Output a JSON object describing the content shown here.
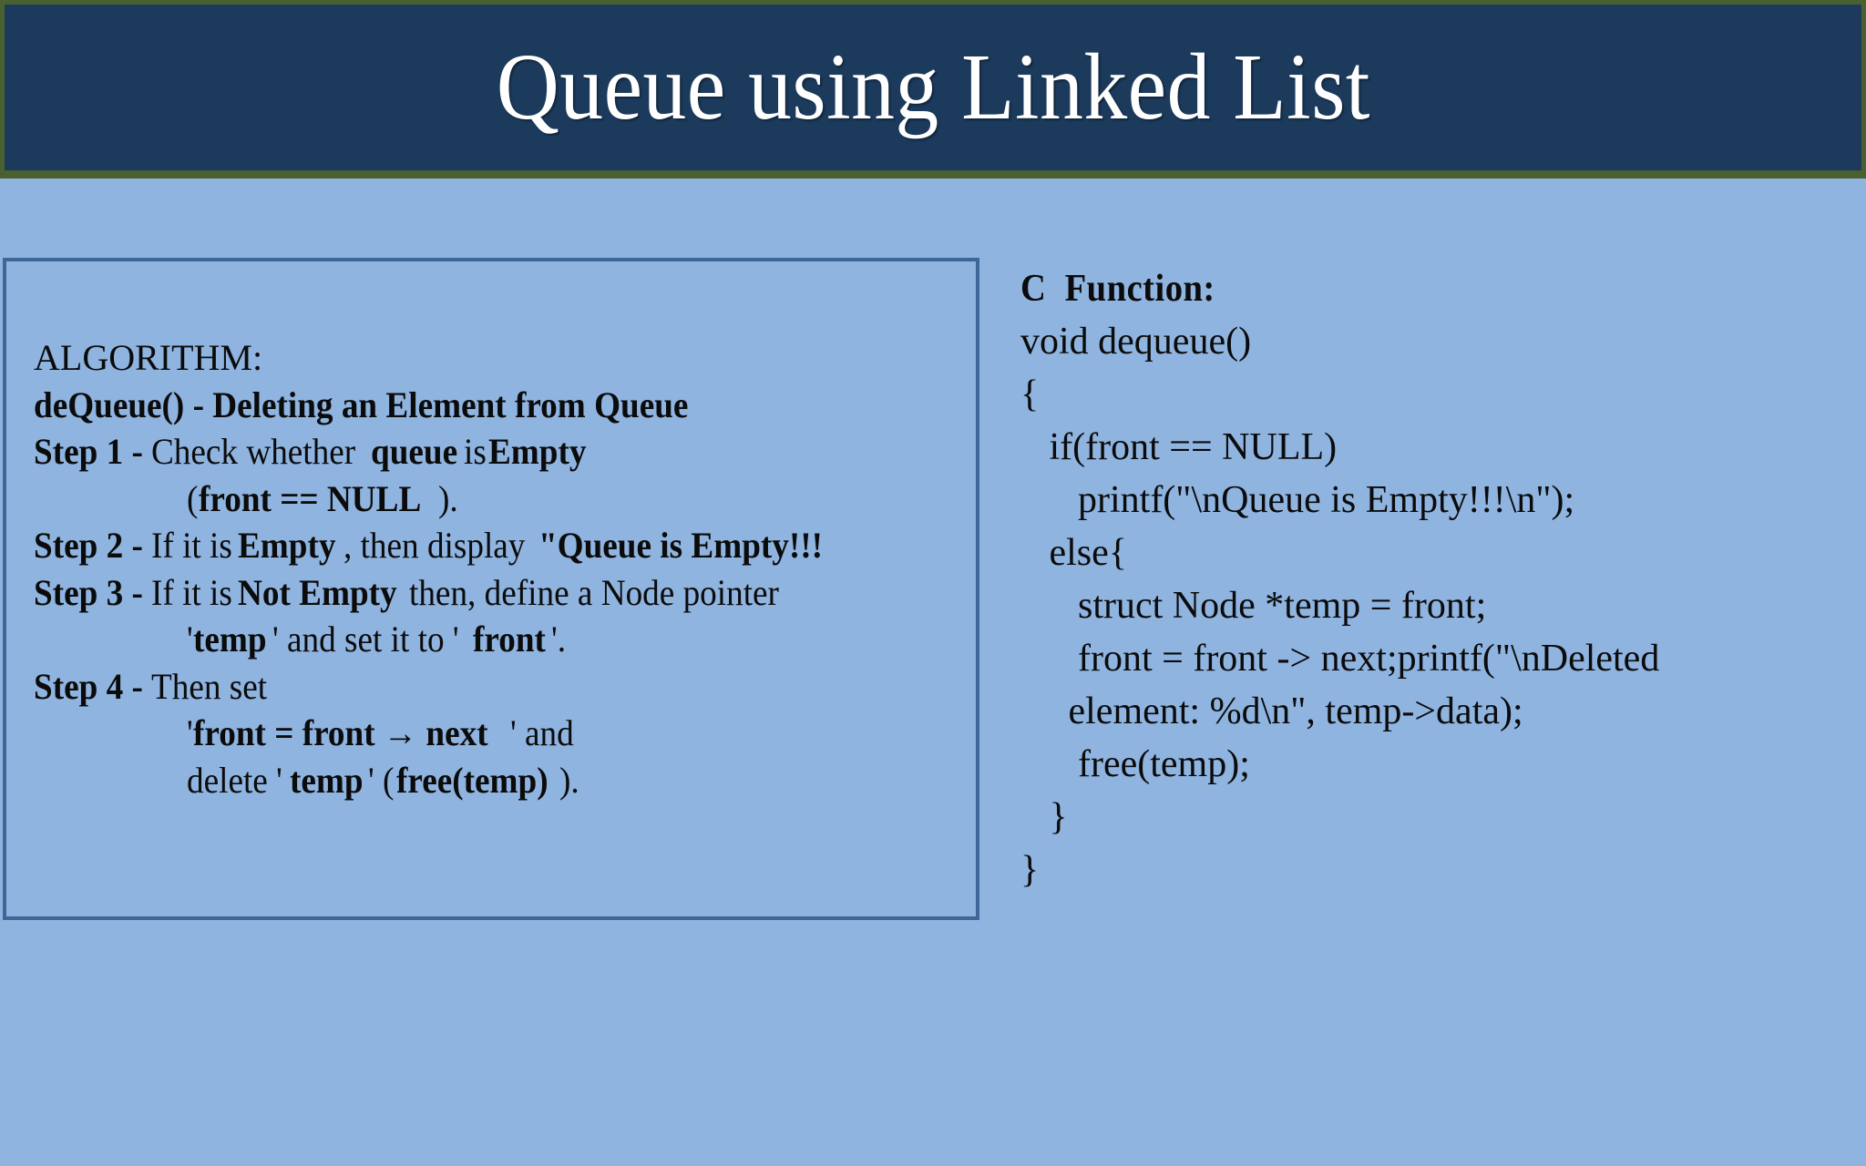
{
  "slide": {
    "background_color": "#8fb4e0",
    "banner_color": "#1b3a5c",
    "banner_border_color": "#4a6030",
    "box_border_color": "#3d6699",
    "text_color": "#0b0b0b",
    "title": "Queue using Linked List"
  },
  "algorithm": {
    "heading": "ALGORITHM:",
    "subheading": "deQueue() - Deleting an Element from Queue",
    "lines": [
      {
        "id": "step1",
        "indent": false,
        "parts": [
          {
            "text": "Step 1 - ",
            "bold": true
          },
          {
            "text": "Check whether ",
            "bold": false
          },
          {
            "text": "queue",
            "bold": true
          },
          {
            "text": " is ",
            "bold": false
          },
          {
            "text": "Empty",
            "bold": true
          }
        ]
      },
      {
        "id": "step1-cont",
        "indent": true,
        "parts": [
          {
            "text": "(",
            "bold": false
          },
          {
            "text": "front == NULL",
            "bold": true
          },
          {
            "text": ").",
            "bold": false
          }
        ]
      },
      {
        "id": "step2",
        "indent": false,
        "parts": [
          {
            "text": "Step 2 - ",
            "bold": true
          },
          {
            "text": "If it is ",
            "bold": false
          },
          {
            "text": "Empty",
            "bold": true
          },
          {
            "text": ", then display ",
            "bold": false
          },
          {
            "text": "\"Queue is Empty!!!",
            "bold": true
          }
        ]
      },
      {
        "id": "step3",
        "indent": false,
        "parts": [
          {
            "text": "Step 3 - ",
            "bold": true
          },
          {
            "text": "If it is ",
            "bold": false
          },
          {
            "text": "Not Empty",
            "bold": true
          },
          {
            "text": " then, define a Node pointer",
            "bold": false
          }
        ]
      },
      {
        "id": "step3-cont",
        "indent": true,
        "parts": [
          {
            "text": "'",
            "bold": false
          },
          {
            "text": "temp",
            "bold": true
          },
          {
            "text": "' and set it to '",
            "bold": false
          },
          {
            "text": "front",
            "bold": true
          },
          {
            "text": "'.",
            "bold": false
          }
        ]
      },
      {
        "id": "step4",
        "indent": false,
        "parts": [
          {
            "text": "Step 4 - ",
            "bold": true
          },
          {
            "text": "Then set",
            "bold": false
          }
        ]
      },
      {
        "id": "step4-cont1",
        "indent": true,
        "parts": [
          {
            "text": "'",
            "bold": false
          },
          {
            "text": "front = front → next",
            "bold": true
          },
          {
            "text": "' and",
            "bold": false
          }
        ]
      },
      {
        "id": "step4-cont2",
        "indent": true,
        "parts": [
          {
            "text": "delete '",
            "bold": false
          },
          {
            "text": "temp",
            "bold": true
          },
          {
            "text": "' (",
            "bold": false
          },
          {
            "text": "free(temp)",
            "bold": true
          },
          {
            "text": ").",
            "bold": false
          }
        ]
      }
    ]
  },
  "c_function": {
    "heading": "C  Function:",
    "code_lines": [
      "void dequeue()",
      "{",
      "   if(front == NULL)",
      "      printf(\"\\nQueue is Empty!!!\\n\");",
      "   else{",
      "      struct Node *temp = front;",
      "      front = front -> next;printf(\"\\nDeleted",
      "     element: %d\\n\", temp->data);",
      "      free(temp);",
      "   }",
      "}"
    ]
  }
}
